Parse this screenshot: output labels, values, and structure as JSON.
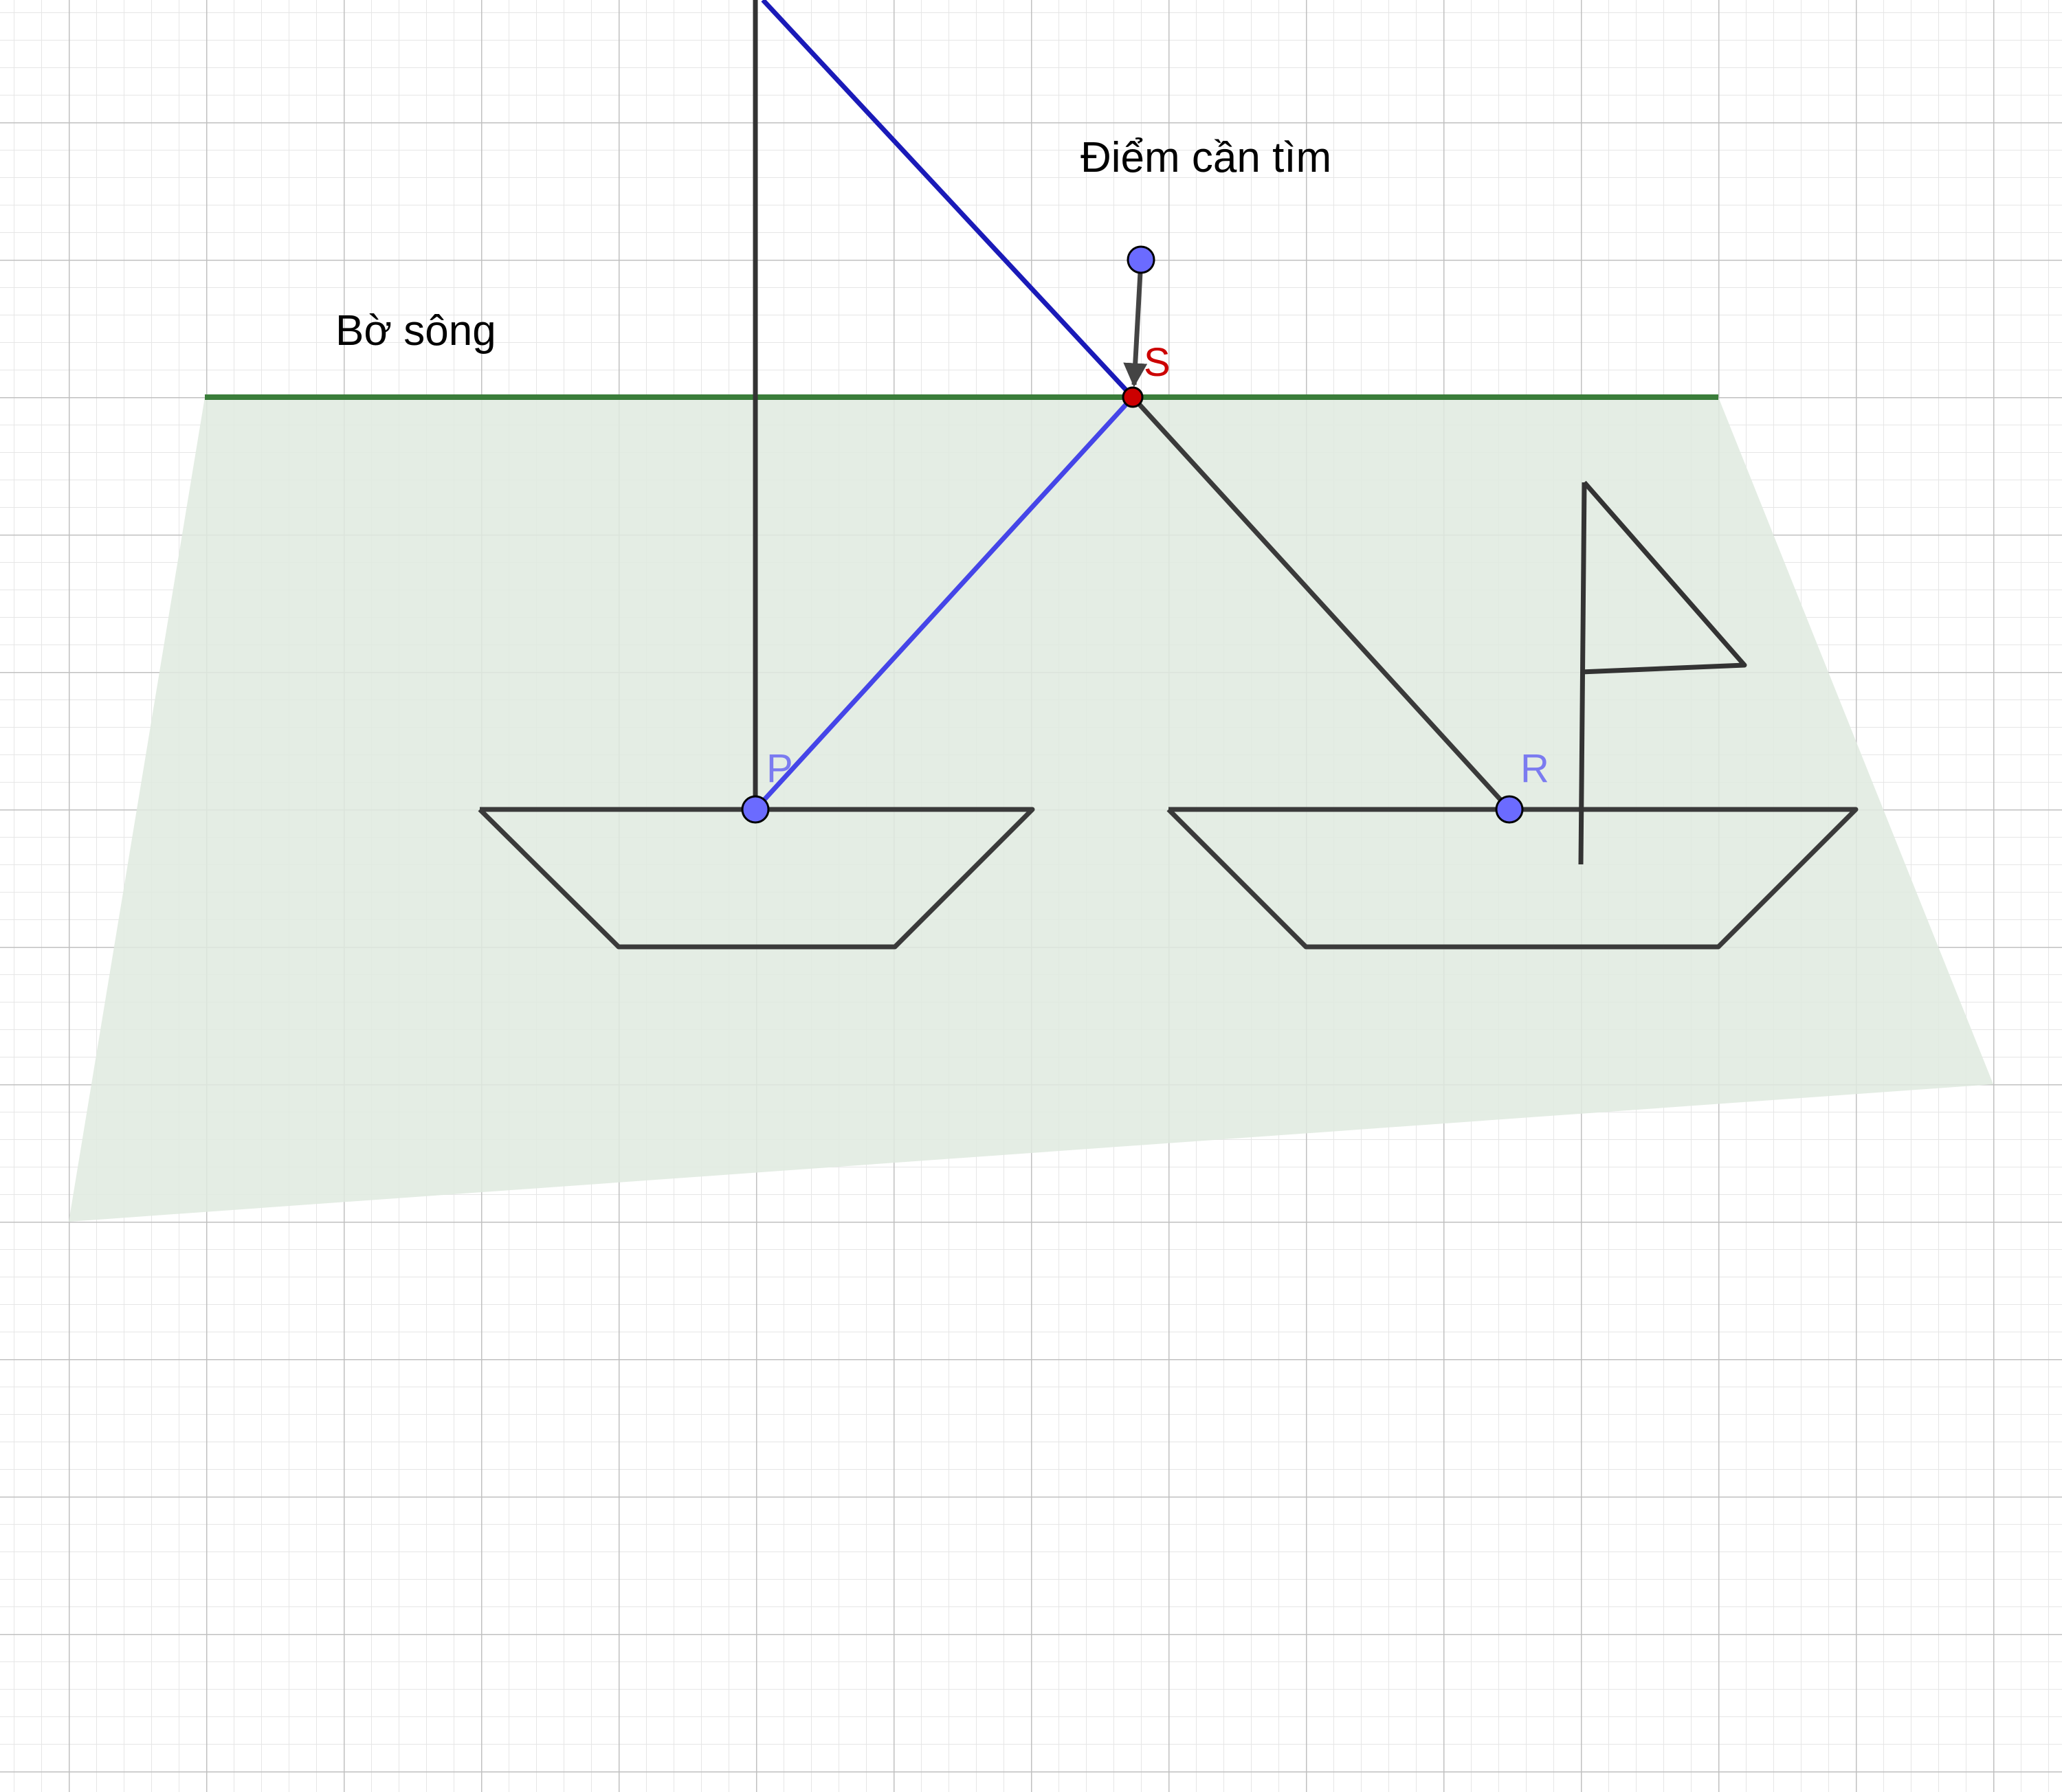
{
  "labels": {
    "riverbank": "Bờ sông",
    "target_point": "Điểm cần tìm",
    "point_s": "S",
    "point_p": "P",
    "point_r": "R"
  },
  "colors": {
    "background": "#ffffff",
    "grid_major": "#c0c0c0",
    "grid_minor": "#e6e6e6",
    "river_fill": "#dfeadf",
    "riverbank_line": "#3a7d3a",
    "mast_line": "#333333",
    "reflected_ray": "#1a1ab8",
    "incident_ray": "#4545e8",
    "point_fill": "#6b6bff",
    "point_s_fill": "#cc0000",
    "boat_outline": "#3a3a3a"
  },
  "icons": {
    "point_p": "point-marker-icon",
    "point_r": "point-marker-icon",
    "point_s": "point-marker-icon",
    "target_handle": "point-marker-icon",
    "target_arrow": "arrow-down-icon"
  }
}
